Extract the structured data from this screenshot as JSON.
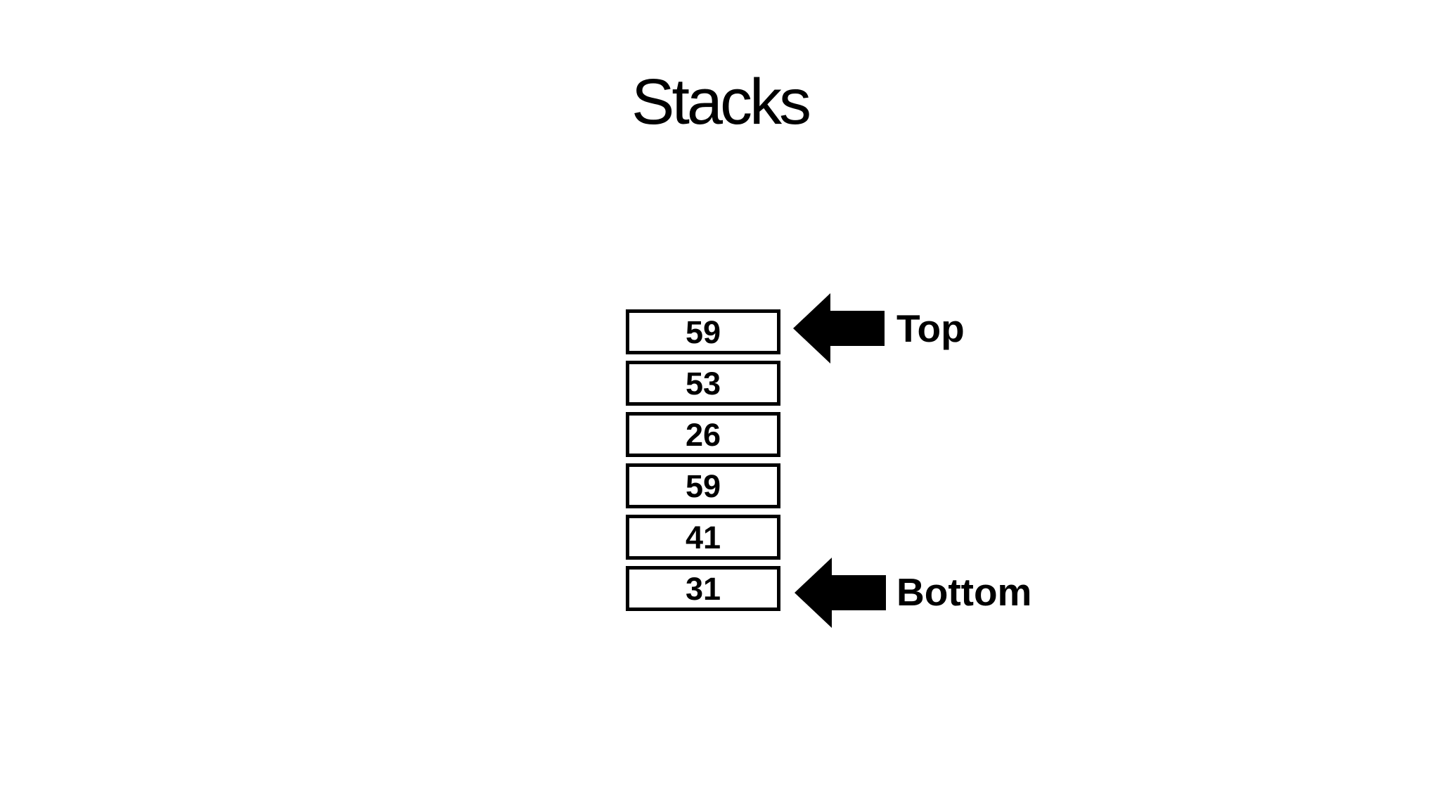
{
  "title": "Stacks",
  "stack": {
    "items": [
      "59",
      "53",
      "26",
      "59",
      "41",
      "31"
    ],
    "top_label": "Top",
    "bottom_label": "Bottom"
  },
  "icons": {
    "top_arrow": "left-block-arrow",
    "bottom_arrow": "left-block-arrow"
  },
  "colors": {
    "foreground": "#000000",
    "background": "#ffffff"
  }
}
